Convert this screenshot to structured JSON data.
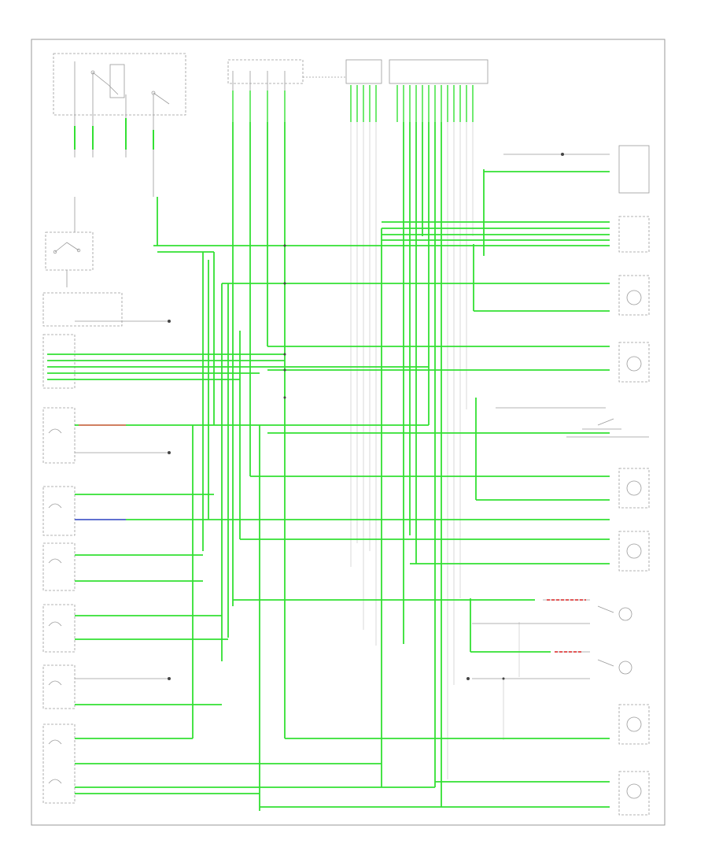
{
  "diagram": {
    "title": "",
    "footer_left": "",
    "footer_right": "",
    "wire_color": "#33e033",
    "wire_color_dark": "#1f9e1f",
    "red_wire_color": "#e04040",
    "blue_wire_color": "#4040e0",
    "frame_color": "#999999",
    "components": [
      {
        "id": "fuse-box",
        "label": ""
      },
      {
        "id": "combination-switch",
        "label": ""
      },
      {
        "id": "light-control-switch",
        "label": ""
      },
      {
        "id": "cruise-control-switch",
        "label": ""
      },
      {
        "id": "fuel-level-sender",
        "label": ""
      },
      {
        "id": "brake-fluid-level-sensor",
        "label": ""
      },
      {
        "id": "oil-pressure-switch",
        "label": ""
      },
      {
        "id": "parking-brake-switch",
        "label": ""
      },
      {
        "id": "instrument-cluster",
        "label": ""
      },
      {
        "id": "turn-lamp-right",
        "label": ""
      },
      {
        "id": "turn-lamp-left",
        "label": ""
      },
      {
        "id": "rheostat",
        "label": ""
      },
      {
        "id": "instrument-connector-a",
        "label": ""
      },
      {
        "id": "instrument-connector-b",
        "label": ""
      }
    ]
  }
}
